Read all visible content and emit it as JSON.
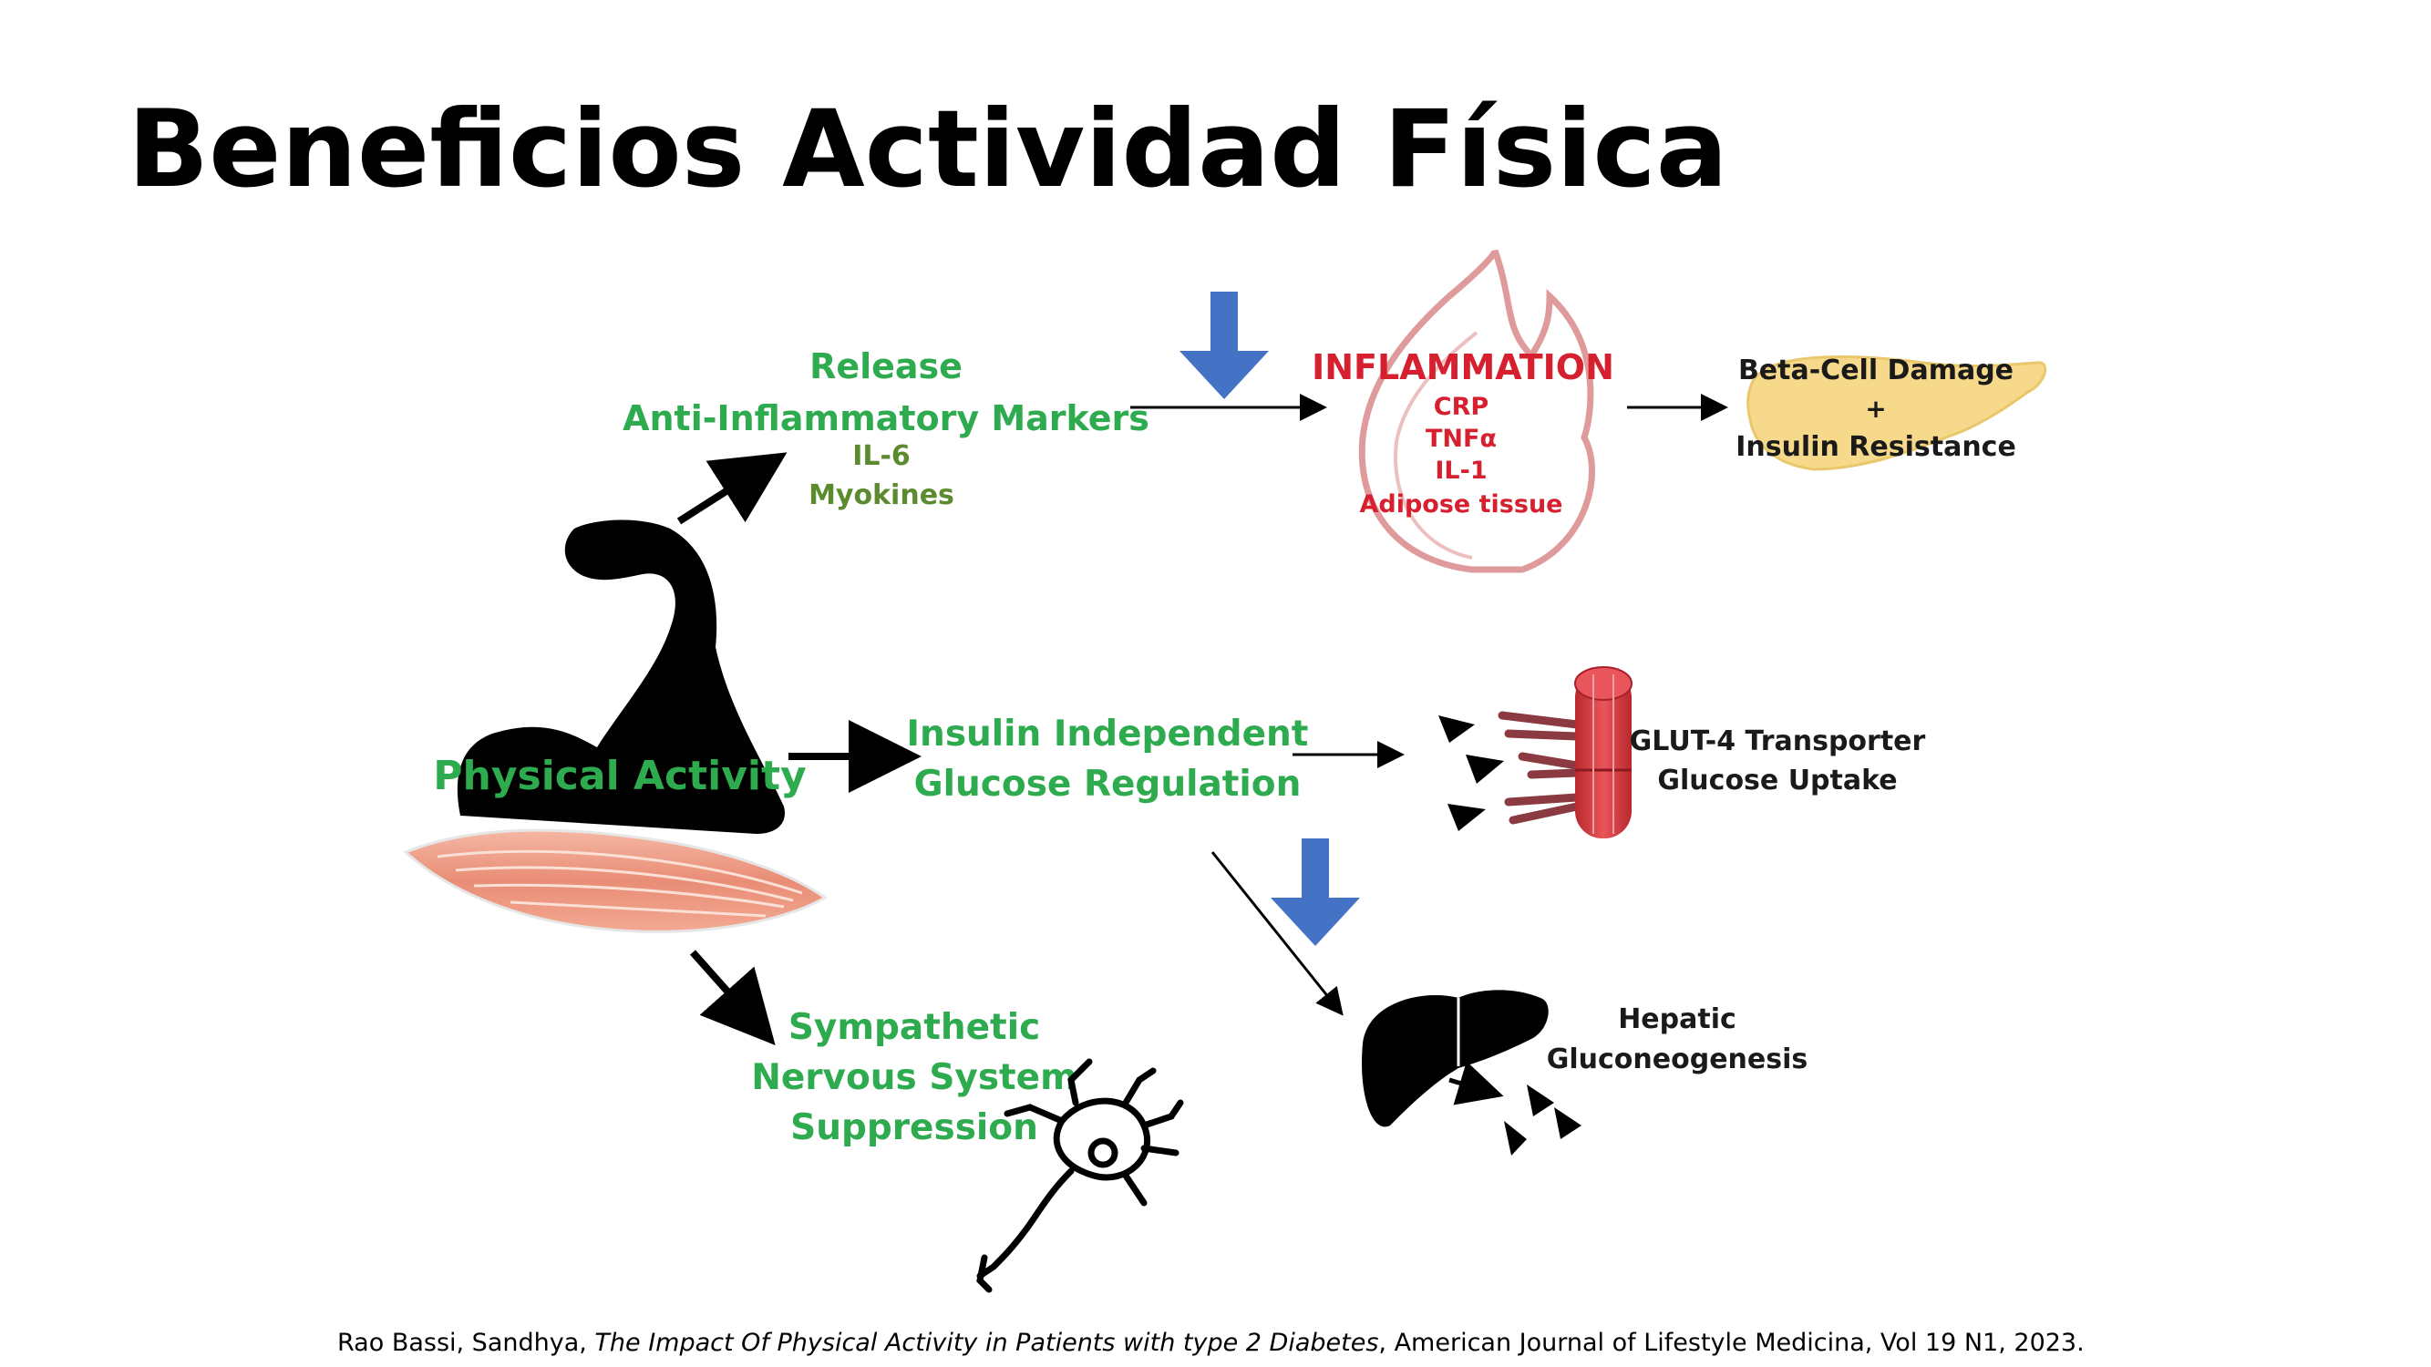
{
  "slide": {
    "title": "Beneficios Actividad Física"
  },
  "diagram": {
    "center_label": "Physical Activity",
    "anti_inflammatory": {
      "line1": "Release",
      "line2": "Anti-Inflammatory Markers",
      "sub1": "IL-6",
      "sub2": "Myokines"
    },
    "inflammation": {
      "title": "INFLAMMATION",
      "items": [
        "CRP",
        "TNFα",
        "IL-1",
        "Adipose tissue"
      ]
    },
    "beta_cell": {
      "line1": "Beta-Cell Damage",
      "plus": "+",
      "line2": "Insulin Resistance"
    },
    "insulin_independent": {
      "line1": "Insulin Independent",
      "line2": "Glucose Regulation"
    },
    "glut4": {
      "line1": "GLUT-4 Transporter",
      "line2": "Glucose Uptake"
    },
    "hepatic": {
      "line1": "Hepatic",
      "line2": "Gluconeogenesis"
    },
    "sympathetic": {
      "line1": "Sympathetic",
      "line2": "Nervous System",
      "line3": "Suppression"
    },
    "colors": {
      "green": "#2eaa4f",
      "red": "#d6202f",
      "blue_arrow": "#4472c4",
      "muscle": "#f0a08c",
      "pancreas": "#f6d98a"
    }
  },
  "citation": {
    "authors": "Rao Bassi, Sandhya, ",
    "title": "The Impact Of Physical Activity in Patients with type 2 Diabetes",
    "rest": ", American Journal of Lifestyle Medicina, Vol 19  N1, 2023."
  }
}
